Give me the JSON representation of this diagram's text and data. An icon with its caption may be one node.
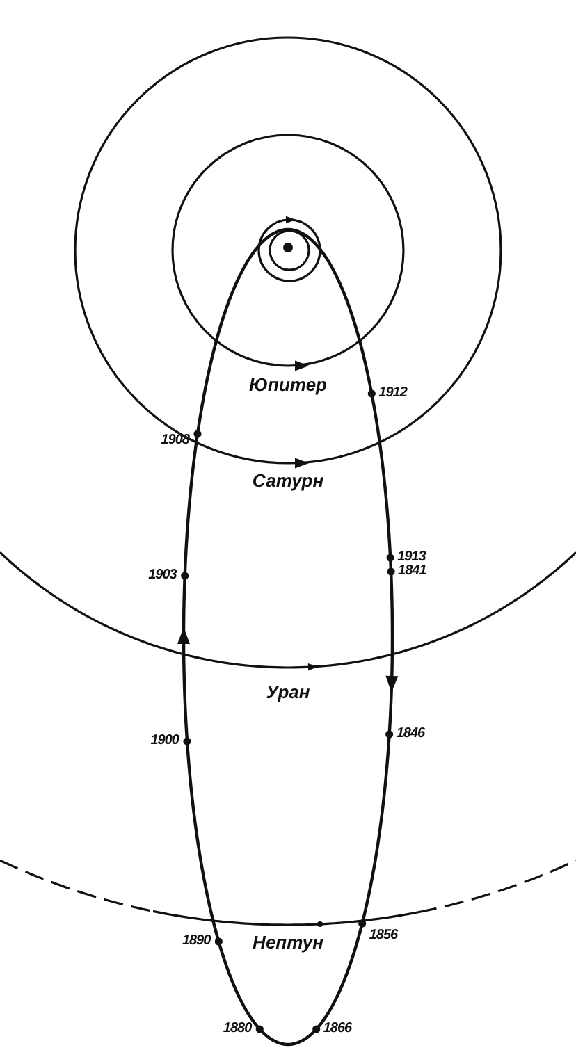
{
  "diagram": {
    "labels": [
      "Юпитер",
      "1912",
      "1908",
      "Сатурн",
      "1913",
      "1841",
      "1903",
      "Уран",
      "1900",
      "1846",
      "1890",
      "Нептун",
      "1856",
      "1880",
      "1866"
    ]
  }
}
